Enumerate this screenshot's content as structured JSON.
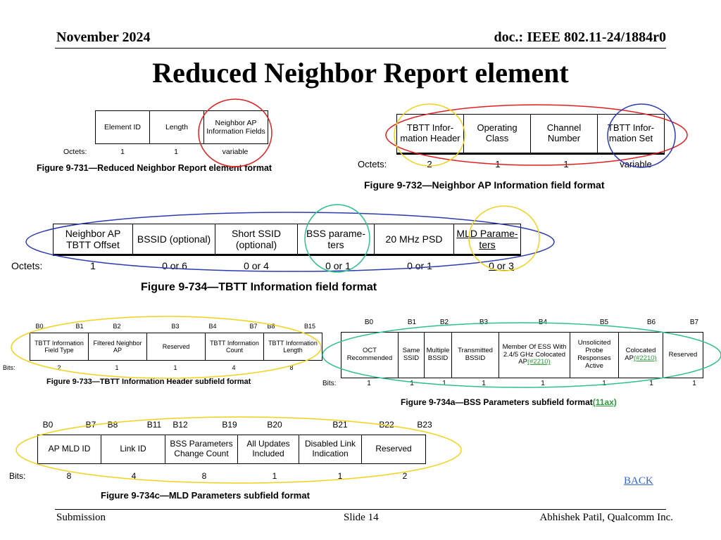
{
  "header": {
    "date": "November 2024",
    "doc": "doc.: IEEE 802.11-24/1884r0"
  },
  "title": "Reduced Neighbor Report element",
  "fig731": {
    "cells": [
      "Element ID",
      "Length",
      "Neighbor AP Information Fields"
    ],
    "octets_label": "Octets:",
    "octets": [
      "1",
      "1",
      "variable"
    ],
    "caption": "Figure 9-731—Reduced Neighbor Report element format"
  },
  "fig732": {
    "cells": [
      "TBTT Infor-mation Header",
      "Operating Class",
      "Channel Number",
      "TBTT Infor-mation Set"
    ],
    "octets_label": "Octets:",
    "octets": [
      "2",
      "1",
      "1",
      "variable"
    ],
    "caption": "Figure 9-732—Neighbor AP Information field format"
  },
  "fig734": {
    "cells": [
      "Neighbor AP TBTT Offset",
      "BSSID (optional)",
      "Short SSID (optional)",
      "BSS parame-ters",
      "20 MHz PSD",
      "MLD Parame-ters"
    ],
    "octets_label": "Octets:",
    "octets": [
      "1",
      "0 or 6",
      "0 or 4",
      "0 or 1",
      "0 or 1",
      "0 or 3"
    ],
    "caption": "Figure 9-734—TBTT Information field format"
  },
  "fig733": {
    "bits_top": [
      "B0",
      "B1",
      "B2",
      "B3",
      "B4",
      "B7",
      "B8",
      "B15"
    ],
    "cells": [
      "TBTT Information Field Type",
      "Filtered Neighbor AP",
      "Reserved",
      "TBTT Information Count",
      "TBTT Information Length"
    ],
    "bits_label": "Bits:",
    "bits": [
      "2",
      "1",
      "1",
      "4",
      "8"
    ],
    "caption": "Figure 9-733—TBTT Information Header subfield format"
  },
  "fig734a": {
    "bits_top": [
      "B0",
      "B1",
      "B2",
      "B3",
      "B4",
      "B5",
      "B6",
      "B7"
    ],
    "cells": [
      "OCT Recommended",
      "Same SSID",
      "Multiple BSSID",
      "Transmitted BSSID",
      "Member Of ESS With 2.4/5 GHz Colocated AP",
      "Unsolicited Probe Responses Active",
      "Colocated AP",
      "Reserved"
    ],
    "ref": "(#2210)",
    "bits_label": "Bits:",
    "bits": [
      "1",
      "1",
      "1",
      "1",
      "1",
      "1",
      "1",
      "1"
    ],
    "caption": "Figure 9-734a—BSS Parameters subfield format",
    "caption_ref": "(11ax)"
  },
  "fig734c": {
    "bits_top": [
      "B0",
      "B7",
      "B8",
      "B11",
      "B12",
      "B19",
      "B20",
      "B21",
      "B22",
      "B23"
    ],
    "cells": [
      "AP MLD ID",
      "Link ID",
      "BSS Parameters Change Count",
      "All Updates Included",
      "Disabled Link Indication",
      "Reserved"
    ],
    "bits_label": "Bits:",
    "bits": [
      "8",
      "4",
      "8",
      "1",
      "1",
      "2"
    ],
    "caption": "Figure 9-734c—MLD Parameters subfield format"
  },
  "back": "BACK",
  "footer": {
    "submission": "Submission",
    "slide": "Slide 14",
    "author": "Abhishek Patil, Qualcomm Inc."
  },
  "colors": {
    "red": "#e02020",
    "yellow": "#f2d21b",
    "blue": "#2b3bb0",
    "green": "#2fbf8f",
    "link": "#3366cc"
  }
}
